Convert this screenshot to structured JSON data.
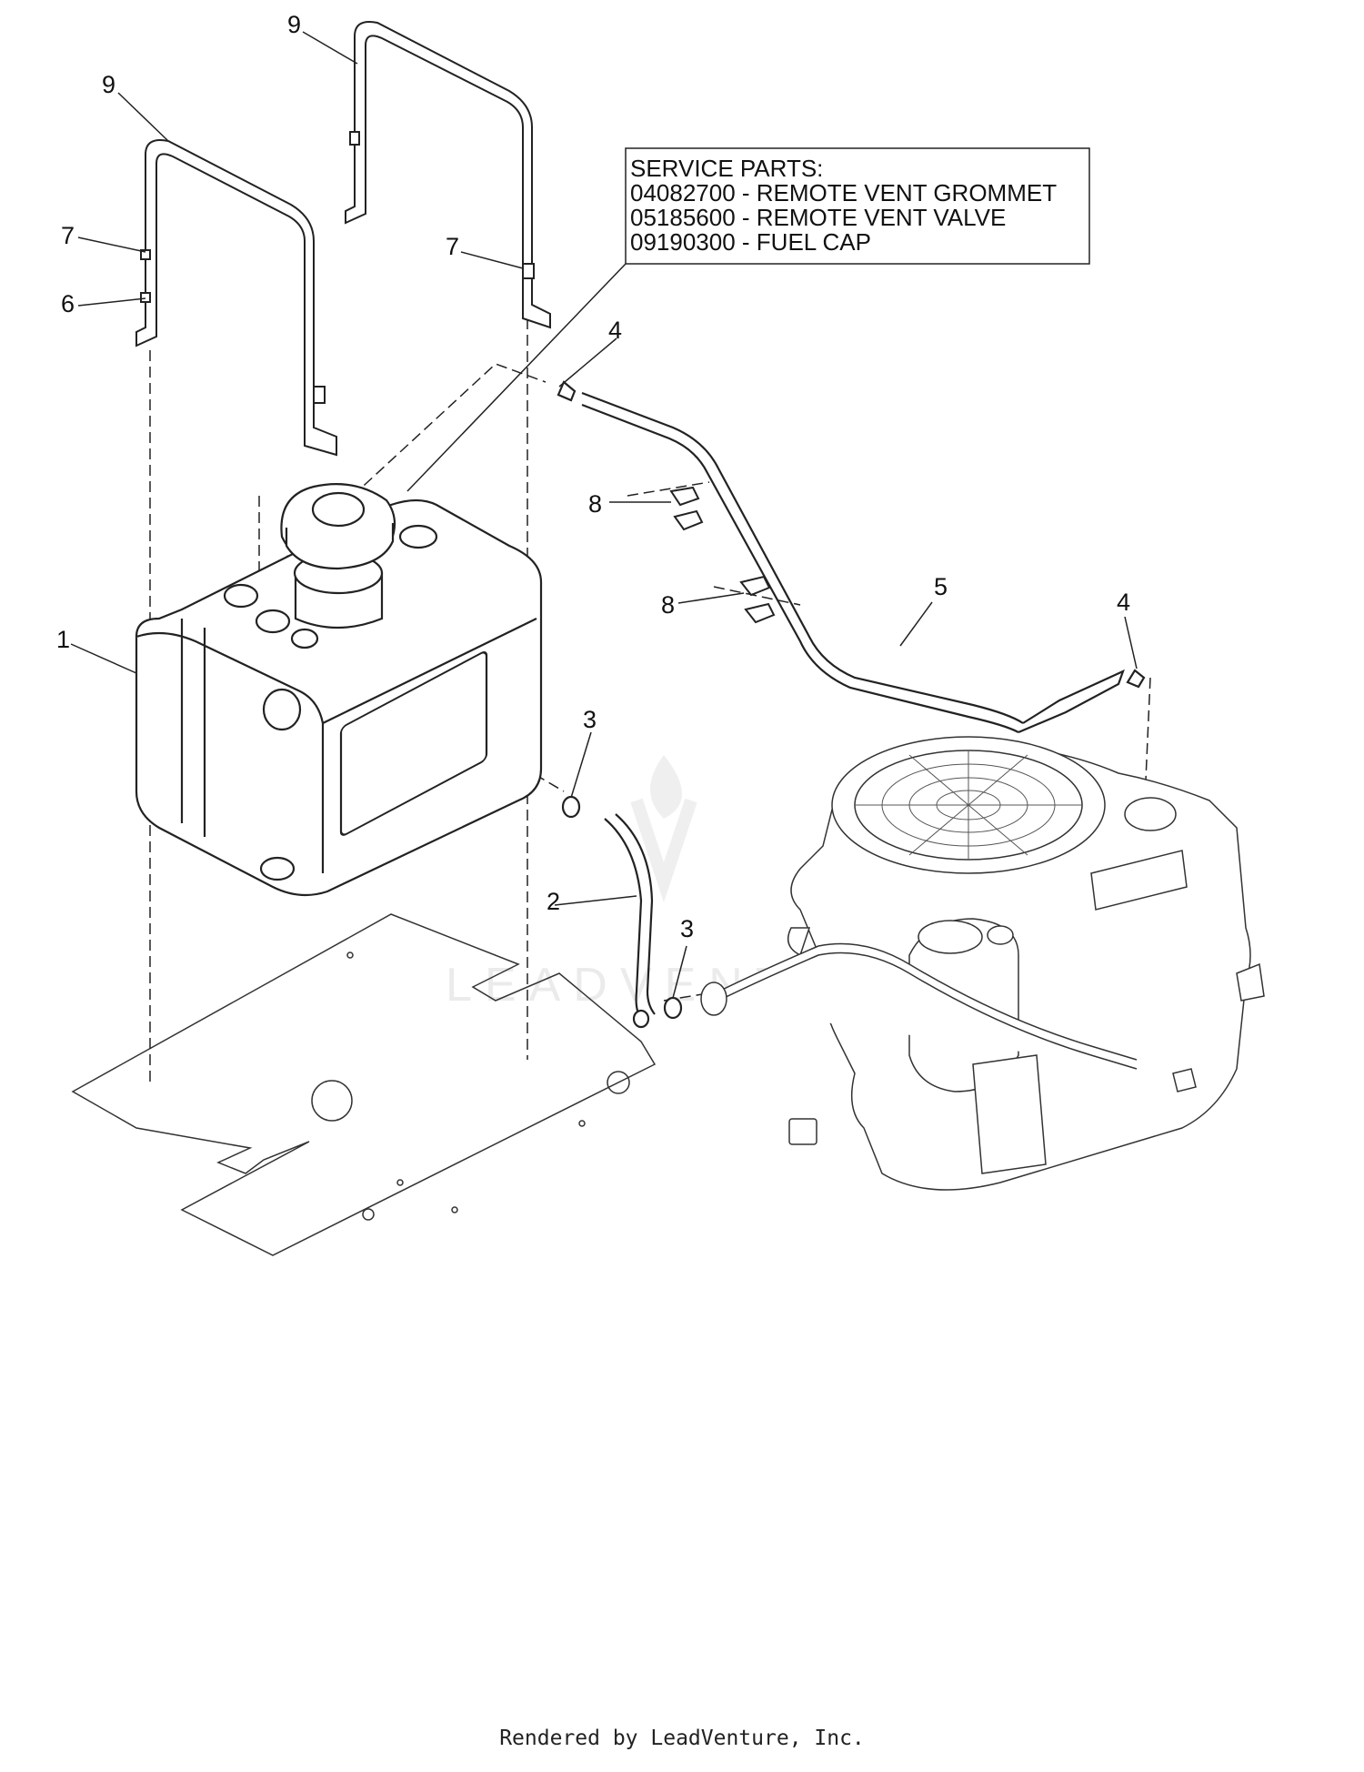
{
  "service_box": {
    "title": "SERVICE PARTS:",
    "lines": [
      "04082700 - REMOTE VENT GROMMET",
      "05185600 - REMOTE VENT VALVE",
      "09190300 - FUEL CAP"
    ]
  },
  "callouts": [
    "9",
    "9",
    "7",
    "6",
    "7",
    "4",
    "8",
    "8",
    "5",
    "4",
    "1",
    "3",
    "2",
    "3"
  ],
  "watermark": "LEADVENTURE",
  "footer": "Rendered by LeadVenture, Inc."
}
